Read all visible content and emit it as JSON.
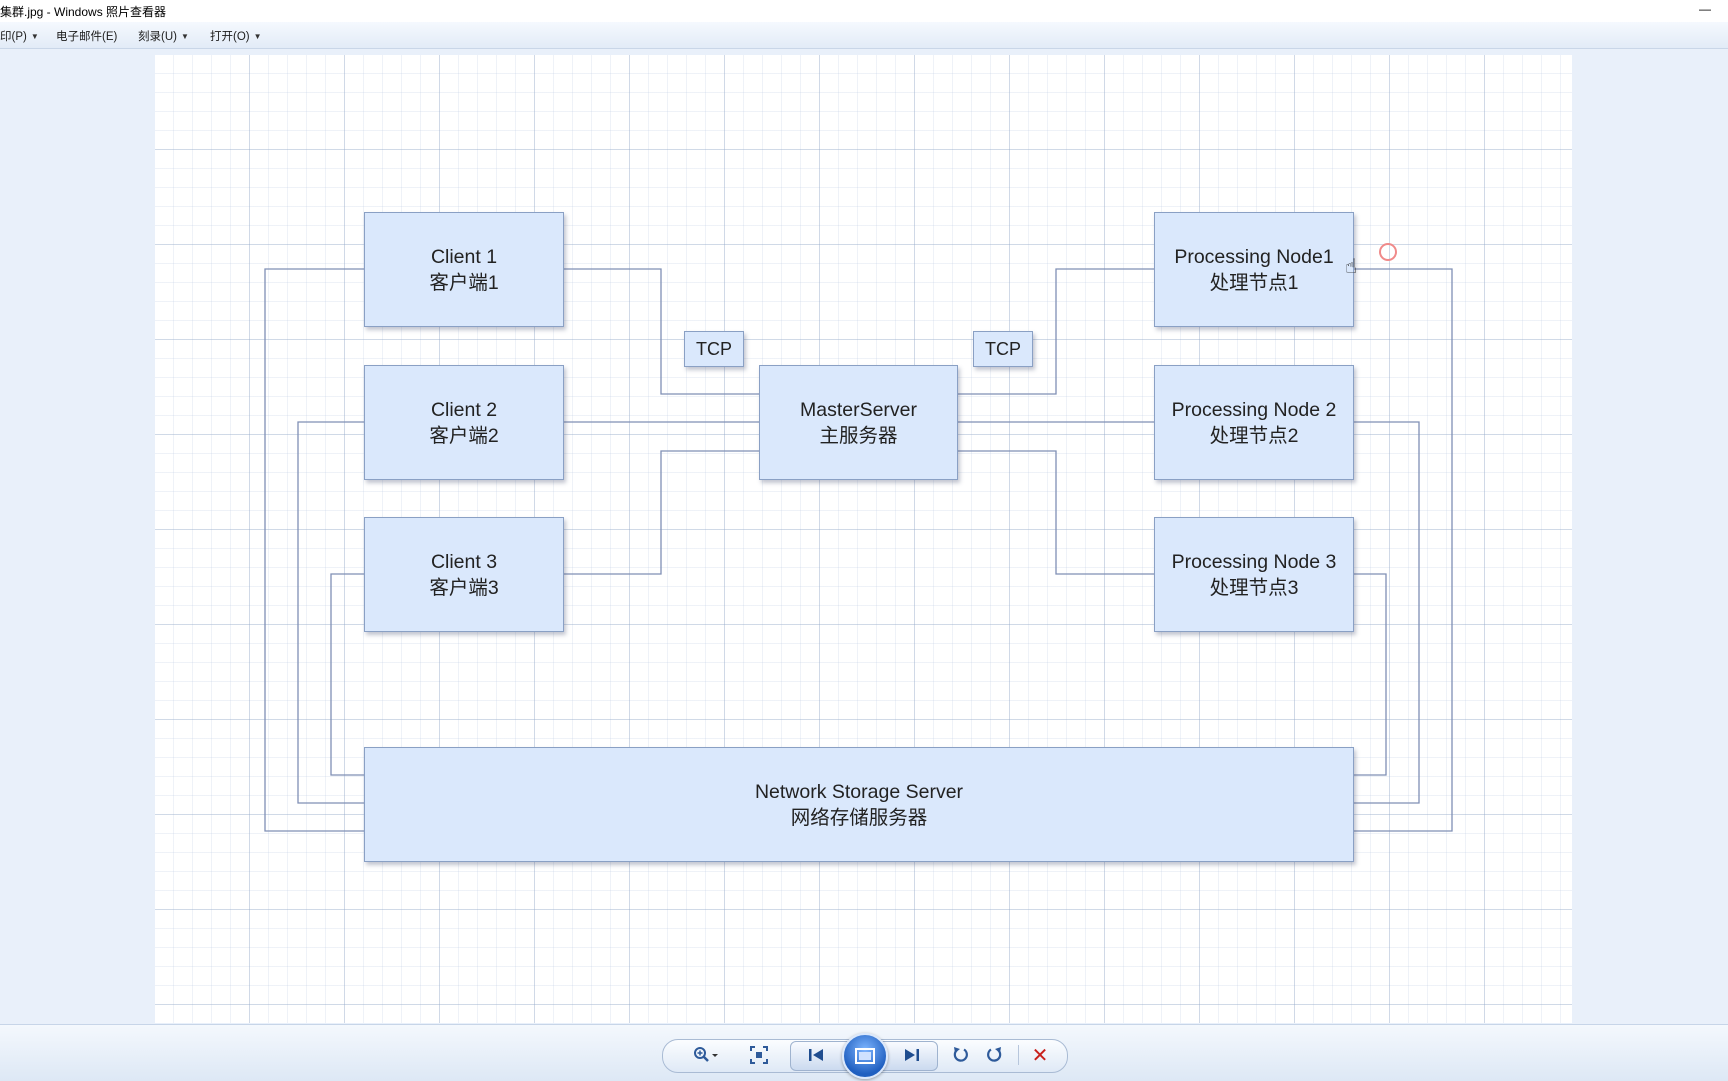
{
  "window": {
    "title": "集群.jpg - Windows 照片查看器",
    "minimize_glyph": "—"
  },
  "menu": {
    "items": [
      {
        "label": "印(P)"
      },
      {
        "label": "电子邮件(E)"
      },
      {
        "label": "刻录(U)"
      },
      {
        "label": "打开(O)"
      }
    ]
  },
  "diagram": {
    "clients": [
      {
        "name": "Client 1",
        "name_cn": "客户端1"
      },
      {
        "name": "Client 2",
        "name_cn": "客户端2"
      },
      {
        "name": "Client 3",
        "name_cn": "客户端3"
      }
    ],
    "master": {
      "name": "MasterServer",
      "name_cn": "主服务器"
    },
    "nodes": [
      {
        "name": "Processing Node1",
        "name_cn": "处理节点1"
      },
      {
        "name": "Processing Node 2",
        "name_cn": "处理节点2"
      },
      {
        "name": "Processing Node 3",
        "name_cn": "处理节点3"
      }
    ],
    "storage": {
      "name": "Network Storage Server",
      "name_cn": "网络存储服务器"
    },
    "tcp_labels": [
      "TCP",
      "TCP"
    ],
    "line_color": "#7f8fb5",
    "box_fill": "#dae8fc"
  },
  "toolbar": {
    "zoom_icon": "zoom-icon",
    "fit_icon": "actual-size-icon",
    "prev_icon": "previous-icon",
    "slideshow_icon": "slideshow-icon",
    "next_icon": "next-icon",
    "rotate_ccw_icon": "rotate-counterclockwise-icon",
    "rotate_cw_icon": "rotate-clockwise-icon",
    "delete_icon": "delete-icon",
    "delete_color": "#c8201c"
  }
}
